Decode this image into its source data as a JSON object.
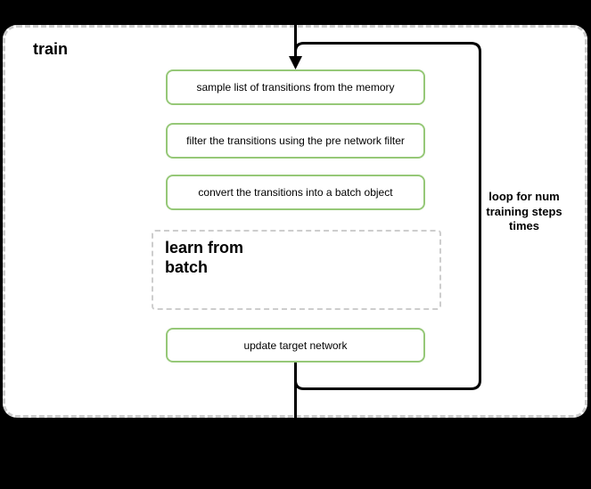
{
  "diagram": {
    "title": "train"
  },
  "steps": [
    {
      "label": "sample list of transitions from the memory"
    },
    {
      "label": "filter the transitions using the pre network filter"
    },
    {
      "label": "convert the transitions into a batch object"
    }
  ],
  "subprocess": {
    "lines": [
      "learn from",
      "batch"
    ]
  },
  "final_step": {
    "label": "update target network"
  },
  "loop": {
    "label_lines": [
      "loop for num",
      "training steps",
      "times"
    ]
  },
  "icons": {
    "arrowhead": "arrow-down-icon"
  },
  "colors": {
    "background": "#000000",
    "surface": "#ffffff",
    "step_border": "#96c878",
    "container_border": "#cbcbcb",
    "subprocess_border": "#cdcdcd",
    "flow_line": "#000000",
    "text": "#000000"
  }
}
